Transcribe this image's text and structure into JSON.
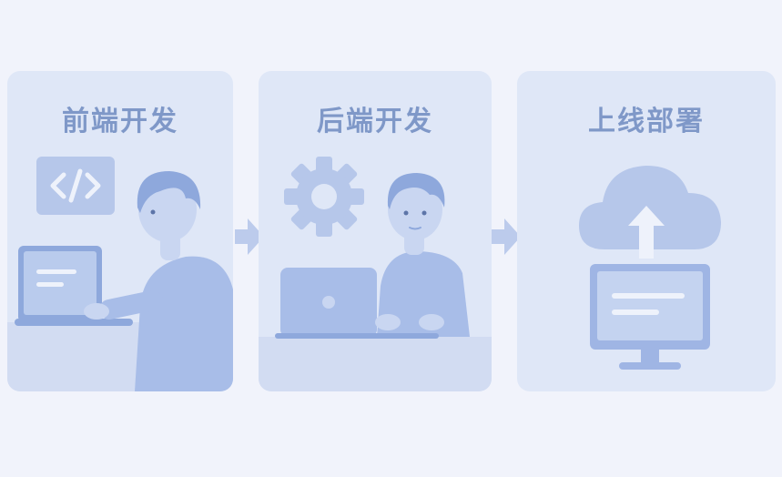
{
  "steps": [
    {
      "title": "前端开发",
      "icon": "code-icon"
    },
    {
      "title": "后端开发",
      "icon": "gear-icon"
    },
    {
      "title": "上线部署",
      "icon": "cloud-upload-icon"
    }
  ],
  "colors": {
    "background": "#f1f3fb",
    "panel": "#dfe7f7",
    "accent": "#7f98c8",
    "illustration": "#a8bde8"
  }
}
